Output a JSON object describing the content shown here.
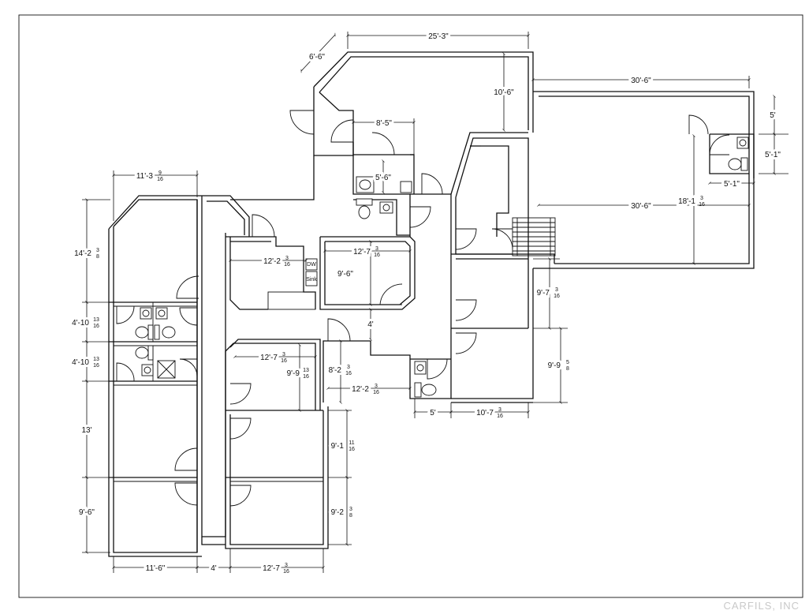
{
  "dimensions": {
    "d_25_3": "25'-3\"",
    "d_6_6": "6'-6\"",
    "d_30_6_top": "30'-6\"",
    "d_10_6": "10'-6\"",
    "d_8_5": "8'-5\"",
    "d_5_top_right": "5'",
    "d_5_1_vertical": "5'-1\"",
    "d_5_1_horizontal": "5'-1\"",
    "d_11_3": "11'-3",
    "d_11_3_frac": "9|16",
    "d_5_6": "5'-6\"",
    "d_30_6_mid": "30'-6\"",
    "d_18_1": "18'-1",
    "d_18_1_frac": "3|16",
    "d_14_2": "14'-2",
    "d_14_2_frac": "3|8",
    "d_12_2_left": "12'-2",
    "d_12_2_left_frac": "3|16",
    "d_12_7_a": "12'-7",
    "d_12_7_a_frac": "3|16",
    "d_9_6_mid": "9'-6\"",
    "d_9_7": "9'-7",
    "d_9_7_frac": "3|16",
    "d_4_10_a": "4'-10",
    "d_4_10_a_frac": "13|16",
    "d_4_mid": "4'",
    "d_4_10_b": "4'-10",
    "d_4_10_b_frac": "13|16",
    "d_12_7_b": "12'-7",
    "d_12_7_b_frac": "3|16",
    "d_9_9_left": "9'-9",
    "d_9_9_left_frac": "13|16",
    "d_8_2": "8'-2",
    "d_8_2_frac": "3|16",
    "d_9_9_right": "9'-9",
    "d_9_9_right_frac": "5|8",
    "d_12_2_b": "12'-2",
    "d_12_2_b_frac": "3|16",
    "d_13": "13'",
    "d_5_bottom": "5'",
    "d_10_7": "10'-7",
    "d_10_7_frac": "3|16",
    "d_9_1": "9'-1",
    "d_9_1_frac": "11|16",
    "d_9_6_left": "9'-6\"",
    "d_9_2": "9'-2",
    "d_9_2_frac": "3|8",
    "d_11_6": "11'-6\"",
    "d_4_bottom": "4'",
    "d_12_7_c": "12'-7",
    "d_12_7_c_frac": "3|16"
  },
  "fixture_labels": {
    "dishwasher": "DW",
    "sink": "Sink"
  },
  "watermark": "CARFILS, INC"
}
